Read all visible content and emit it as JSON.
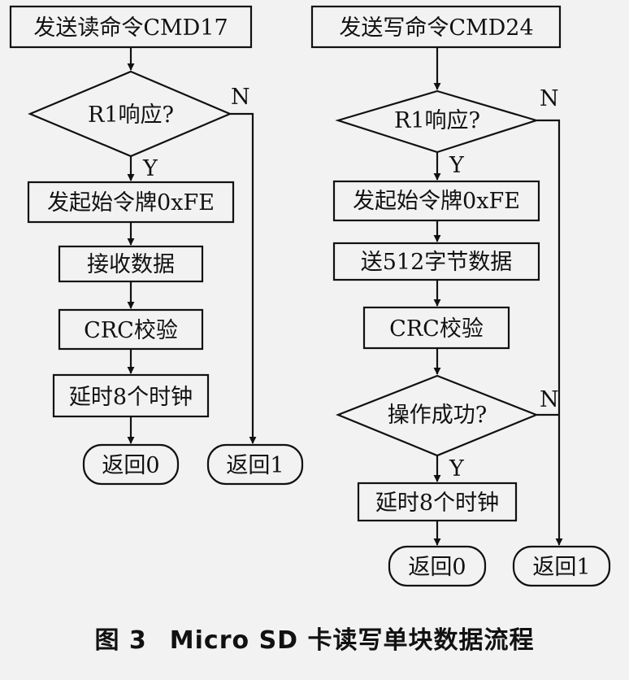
{
  "left": {
    "cmd": "发送读命令CMD17",
    "decision": "R1响应?",
    "yes": "Y",
    "no": "N",
    "token": "发起始令牌0xFE",
    "data": "接收数据",
    "crc": "CRC校验",
    "delay": "延时8个时钟",
    "ret0": "返回0",
    "ret1": "返回1"
  },
  "right": {
    "cmd": "发送写命令CMD24",
    "decision": "R1响应?",
    "yes": "Y",
    "no": "N",
    "token": "发起始令牌0xFE",
    "data": "送512字节数据",
    "crc": "CRC校验",
    "decision2": "操作成功?",
    "yes2": "Y",
    "no2": "N",
    "delay": "延时8个时钟",
    "ret0": "返回0",
    "ret1": "返回1"
  },
  "caption": {
    "figure": "图 3",
    "title": "Micro SD 卡读写单块数据流程"
  }
}
